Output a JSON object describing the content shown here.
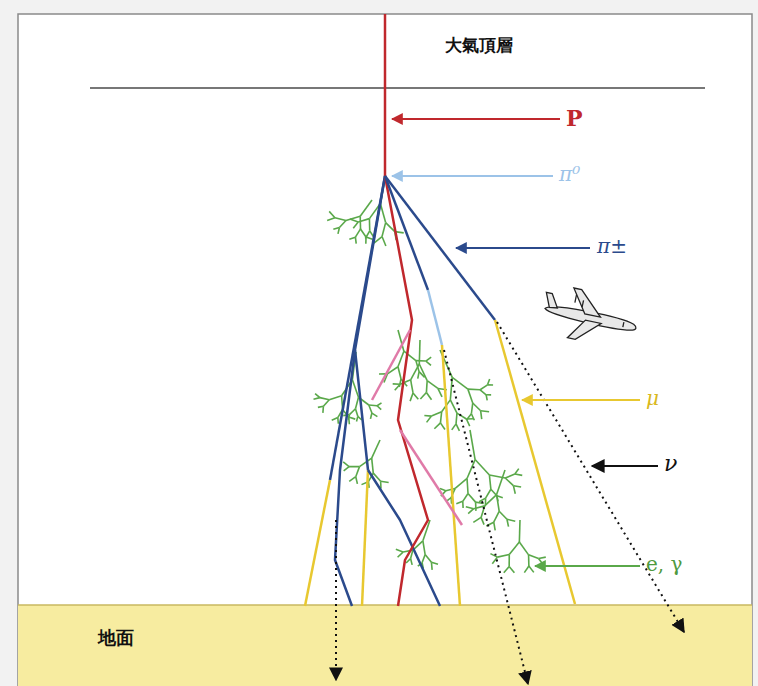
{
  "diagram": {
    "labels": [
      "大氣頂層",
      "P",
      "π⁰",
      "π±",
      "μ",
      "ν",
      "e, γ",
      "地面"
    ]
  }
}
